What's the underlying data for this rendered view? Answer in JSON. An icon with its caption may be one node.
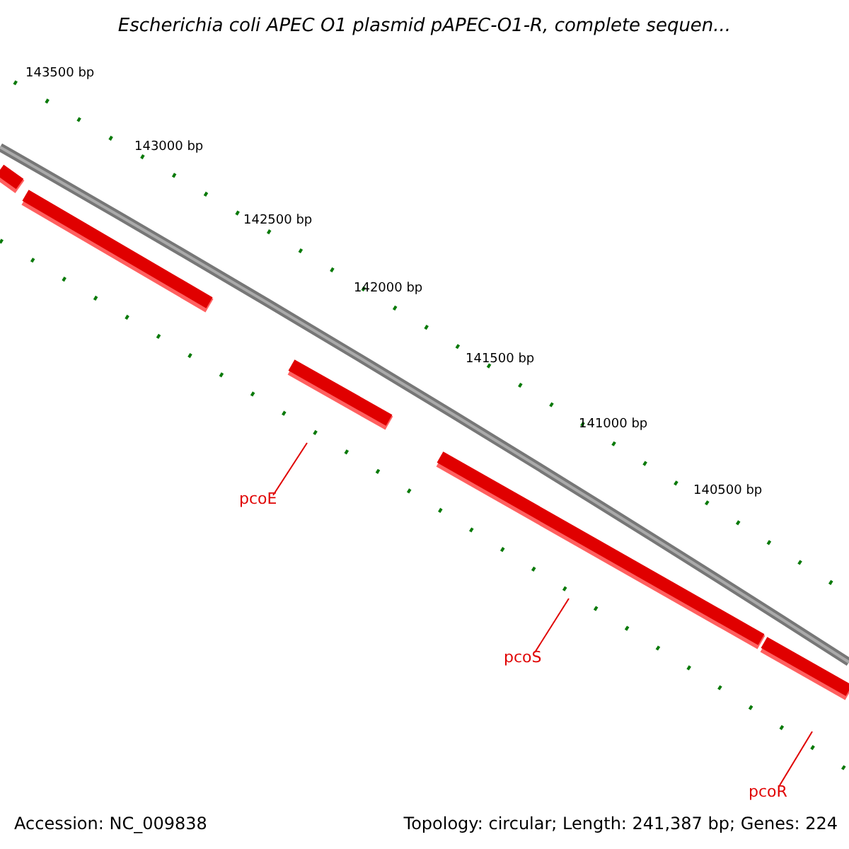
{
  "diagram": {
    "title": "Escherichia coli APEC O1 plasmid pAPEC-O1-R, complete sequen...",
    "nodes": [
      {
        "text": [
          "pcoE"
        ]
      },
      {
        "text": [
          "pcoS"
        ]
      },
      {
        "text": [
          "pcoR"
        ]
      }
    ],
    "edges": [
      {
        "from": 0,
        "to": null,
        "arrow": "none"
      },
      {
        "from": 1,
        "to": null,
        "arrow": "none"
      },
      {
        "from": 2,
        "to": null,
        "arrow": "none"
      }
    ],
    "labels": [
      "143500 bp",
      "143000 bp",
      "142500 bp",
      "142000 bp",
      "141500 bp",
      "141000 bp",
      "140500 bp",
      "Accession: NC_009838",
      "Topology: circular; Length: 241,387 bp; Genes: 224"
    ]
  }
}
